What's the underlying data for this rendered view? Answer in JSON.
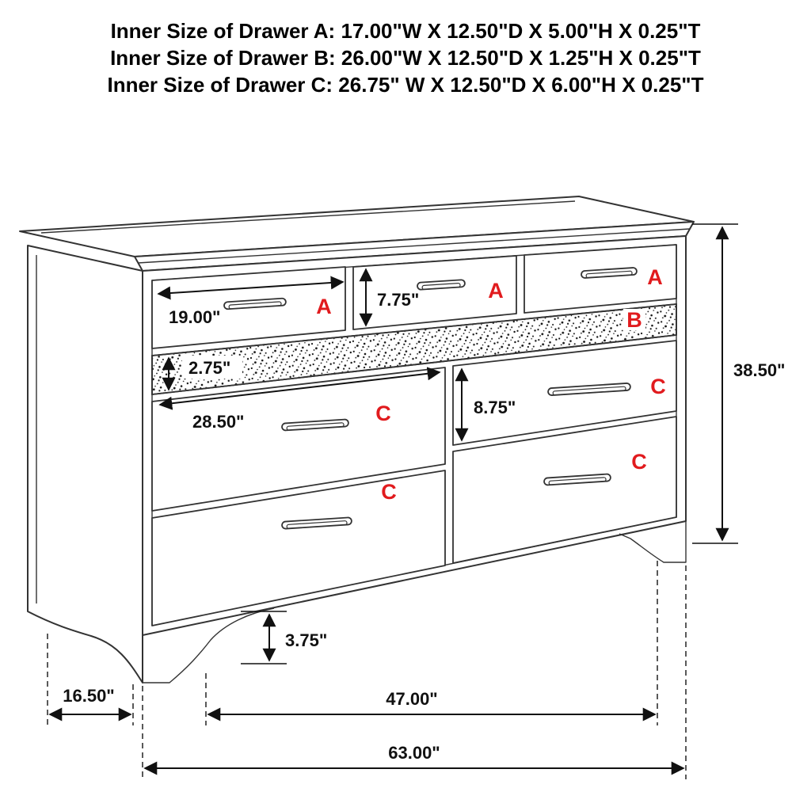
{
  "title_block": {
    "line1": "Inner Size of Drawer A: 17.00\"W X 12.50\"D X 5.00\"H X 0.25\"T",
    "line2": "Inner Size of Drawer B: 26.00\"W X 12.50\"D X 1.25\"H X 0.25\"T",
    "line3": "Inner Size of Drawer C: 26.75\" W X 12.50\"D X 6.00\"H X 0.25\"T"
  },
  "drawer_labels": {
    "a1": "A",
    "a2": "A",
    "a3": "A",
    "b": "B",
    "c_right_top": "C",
    "c_left_top": "C",
    "c_right_bottom": "C",
    "c_left_bottom": "C"
  },
  "dimensions": {
    "drawer_a_width": "19.00\"",
    "drawer_a_height": "7.75\"",
    "drawer_b_height": "2.75\"",
    "drawer_c_width": "28.50\"",
    "drawer_c_height": "8.75\"",
    "overall_height": "38.50\"",
    "base_height": "3.75\"",
    "depth": "16.50\"",
    "leg_span": "47.00\"",
    "overall_width": "63.00\""
  },
  "colors": {
    "outline": "#333333",
    "dimension": "#111111",
    "label_red": "#e11b1e",
    "background": "#ffffff"
  }
}
